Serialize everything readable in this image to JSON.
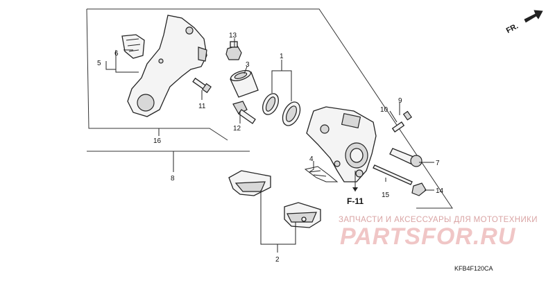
{
  "callouts": {
    "c1": "1",
    "c2": "2",
    "c3": "3",
    "c4": "4",
    "c5": "5",
    "c6": "6",
    "c7": "7",
    "c8": "8",
    "c9": "9",
    "c10": "10",
    "c11": "11",
    "c12": "12",
    "c13": "13",
    "c14": "14",
    "c15": "15",
    "c16": "16"
  },
  "direction_marker": "FR.",
  "section_reference": "F-11",
  "diagram_code": "KFB4F120CA",
  "watermark": {
    "tagline": "ЗАПЧАСТИ И АКСЕССУАРЫ ДЛЯ МОТОТЕХНИКИ",
    "brand": "PARTSFOR.RU"
  },
  "colors": {
    "ink": "#222222",
    "watermark": "#f0c6c6"
  }
}
